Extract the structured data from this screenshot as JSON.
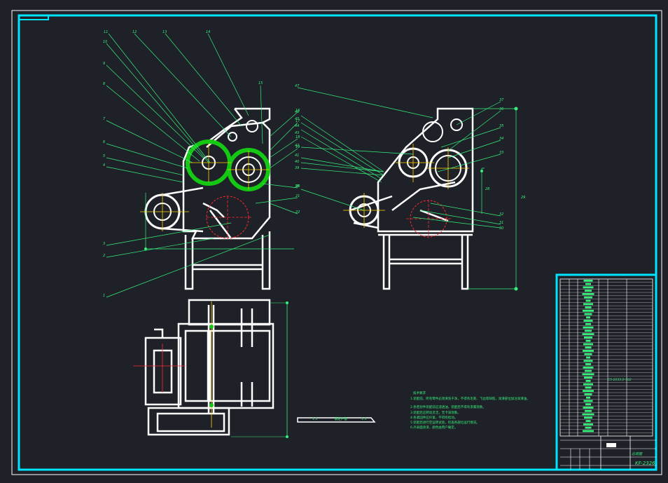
{
  "title_block": {
    "drawing_no": "KF-2326",
    "drawing_name": "总装图",
    "code_prefix": "C5-2233.2-702"
  },
  "tech_notes": {
    "heading": "技术要求",
    "items": [
      "1.装配前，所有零件必须清洗干净，不得有毛刺、飞边等缺陷，润滑部位加注润滑油。",
      "2.各密封件装配前应浸透油，装配后不得有渗漏现象。",
      "3.装配后应转动灵活，无卡滞现象。",
      "4.各紧固件应拧紧，不得有松动。",
      "5.装配后进行空运转试验，检查各部位运行情况。",
      "6.外表面涂漆，颜色由用户确定。"
    ]
  },
  "scale_bar": {
    "left": "1:5",
    "mid": "额定产量",
    "right": "1:5"
  },
  "callouts_left": [
    "11",
    "12",
    "13",
    "14",
    "10",
    "9",
    "8",
    "7",
    "6",
    "5",
    "4",
    "15",
    "16",
    "17",
    "18",
    "19",
    "20",
    "21",
    "22",
    "3",
    "2",
    "1"
  ],
  "callouts_right": [
    "47",
    "46",
    "45",
    "44",
    "43",
    "42",
    "41",
    "40",
    "39",
    "38",
    "37",
    "36",
    "35",
    "34",
    "33",
    "32",
    "31",
    "30",
    "29",
    "28"
  ],
  "colors": {
    "background": "#1e2128",
    "frame": "#00e5ff",
    "geometry": "#ffffff",
    "leader": "#38f07c",
    "green_belt": "#14c814",
    "center_line": "#ffd200",
    "hidden": "#ff2a2a"
  }
}
